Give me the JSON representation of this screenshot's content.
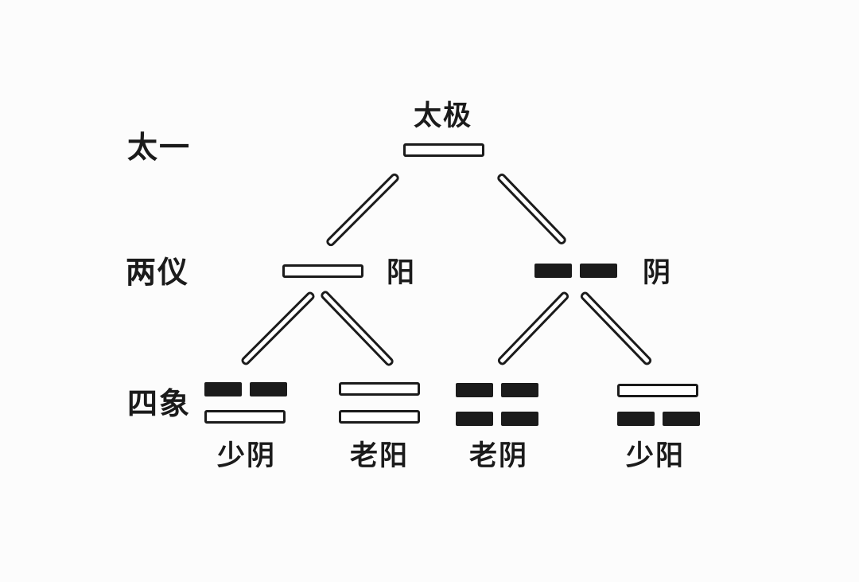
{
  "diagram": {
    "background_color": "#fcfcfc",
    "ink_color": "#1b1b1b",
    "row_labels": [
      {
        "label": "太一"
      },
      {
        "label": "两仪"
      },
      {
        "label": "四象"
      }
    ],
    "root": {
      "label": "太极",
      "line": "yang"
    },
    "two_forms": [
      {
        "label": "阳",
        "line": "yang"
      },
      {
        "label": "阴",
        "line": "yin"
      }
    ],
    "four_images": [
      {
        "label": "少阴",
        "top_line": "yin",
        "bottom_line": "yang"
      },
      {
        "label": "老阳",
        "top_line": "yang",
        "bottom_line": "yang"
      },
      {
        "label": "老阴",
        "top_line": "yin",
        "bottom_line": "yin"
      },
      {
        "label": "少阳",
        "top_line": "yang",
        "bottom_line": "yin"
      }
    ]
  }
}
